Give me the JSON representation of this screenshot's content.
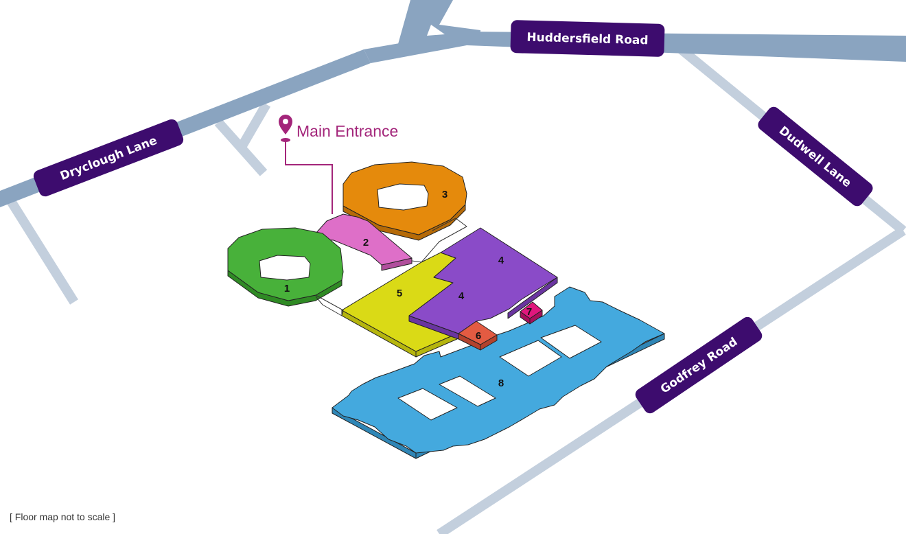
{
  "roads": {
    "huddersfield": "Huddersfield Road",
    "dryclough": "Dryclough Lane",
    "dudwell": "Dudwell Lane",
    "godfrey": "Godfrey Road"
  },
  "entrance": {
    "label": "Main Entrance"
  },
  "buildings": {
    "b1": "1",
    "b2": "2",
    "b3": "3",
    "b4a": "4",
    "b4b": "4",
    "b5": "5",
    "b6": "6",
    "b7": "7",
    "b8": "8"
  },
  "footnote": "[ Floor map not to scale ]",
  "colors": {
    "major_road": "#8aa4c0",
    "minor_road": "#c3cfdd",
    "label_bg": "#3d0c6e",
    "entrance": "#a3257a",
    "b1": "#48b13a",
    "b2": "#de6fc8",
    "b3": "#e58a0c",
    "b4": "#8a4bc8",
    "b5": "#dada16",
    "b6": "#e35b42",
    "b7": "#e0177d",
    "b8": "#44a9de"
  },
  "icons": {
    "entrance_marker": "map-pin-icon"
  }
}
